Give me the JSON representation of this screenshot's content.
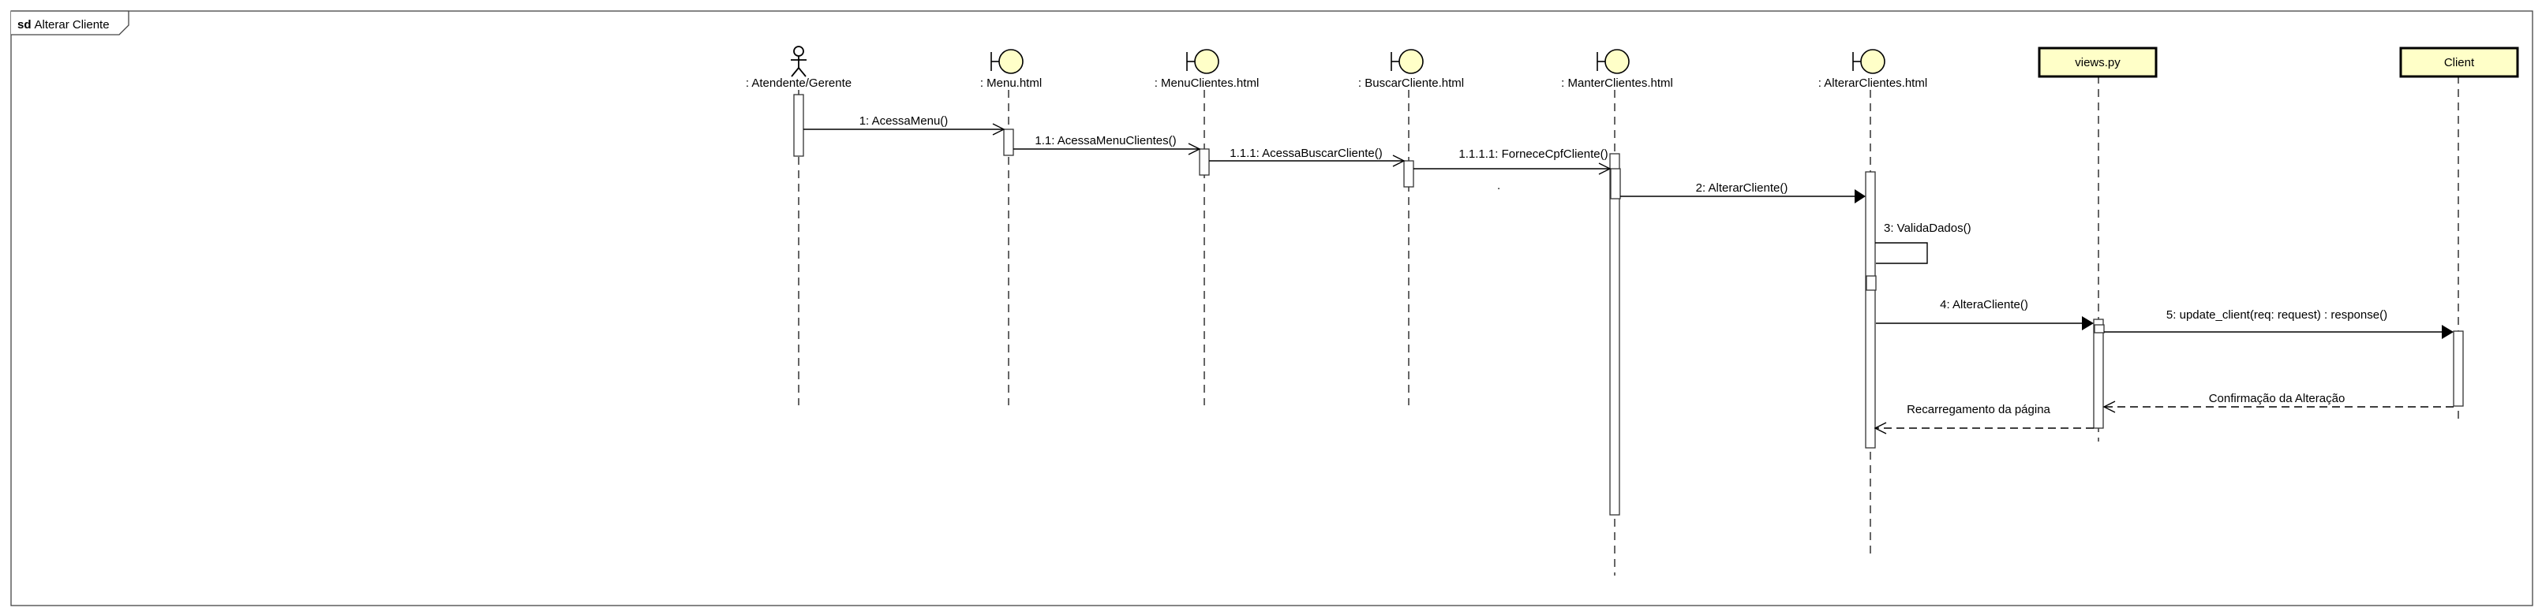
{
  "frame": {
    "keyword": "sd",
    "name": "Alterar Cliente"
  },
  "lifelines": [
    {
      "id": "atendente",
      "kind": "actor",
      "label": ": Atendente/Gerente"
    },
    {
      "id": "menu",
      "kind": "boundary",
      "label": ": Menu.html"
    },
    {
      "id": "menuclientes",
      "kind": "boundary",
      "label": ": MenuClientes.html"
    },
    {
      "id": "buscarcliente",
      "kind": "boundary",
      "label": ": BuscarCliente.html"
    },
    {
      "id": "manterclientes",
      "kind": "boundary",
      "label": ": ManterClientes.html"
    },
    {
      "id": "alterarclientes",
      "kind": "boundary",
      "label": ": AlterarClientes.html"
    },
    {
      "id": "views",
      "kind": "box",
      "label": "views.py"
    },
    {
      "id": "client",
      "kind": "box",
      "label": "Client"
    }
  ],
  "messages": [
    {
      "label": "1: AcessaMenu()",
      "type": "async"
    },
    {
      "label": "1.1: AcessaMenuClientes()",
      "type": "async"
    },
    {
      "label": "1.1.1: AcessaBuscarCliente()",
      "type": "async"
    },
    {
      "label": "1.1.1.1: ForneceCpfCliente()",
      "type": "async"
    },
    {
      "label": "2: AlterarCliente()",
      "type": "sync"
    },
    {
      "label": "3: ValidaDados()",
      "type": "self"
    },
    {
      "label": "4: AlteraCliente()",
      "type": "sync"
    },
    {
      "label": "5: update_client(req: request) : response()",
      "type": "sync"
    },
    {
      "label": "Confirmação da Alteração",
      "type": "return"
    },
    {
      "label": "Recarregamento da página",
      "type": "return"
    }
  ],
  "stray_mark": "."
}
